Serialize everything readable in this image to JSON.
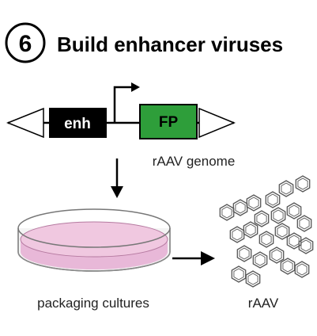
{
  "header": {
    "step_number": "6",
    "title": "Build enhancer viruses"
  },
  "construct": {
    "enhancer_label": "enh",
    "fp_label": "FP",
    "genome_label": "rAAV genome"
  },
  "culture": {
    "label": "packaging cultures"
  },
  "virus": {
    "label": "rAAV"
  },
  "colors": {
    "enhancer_box": "#000000",
    "fp_box": "#2e9e3a",
    "dish_liquid": "#e8b8d8",
    "virus_stroke": "#555555"
  },
  "icons": [
    "itr-triangle-icon",
    "promoter-arrow-icon",
    "down-arrow-icon",
    "right-arrow-icon",
    "petri-dish-icon",
    "virus-particle-icon"
  ]
}
